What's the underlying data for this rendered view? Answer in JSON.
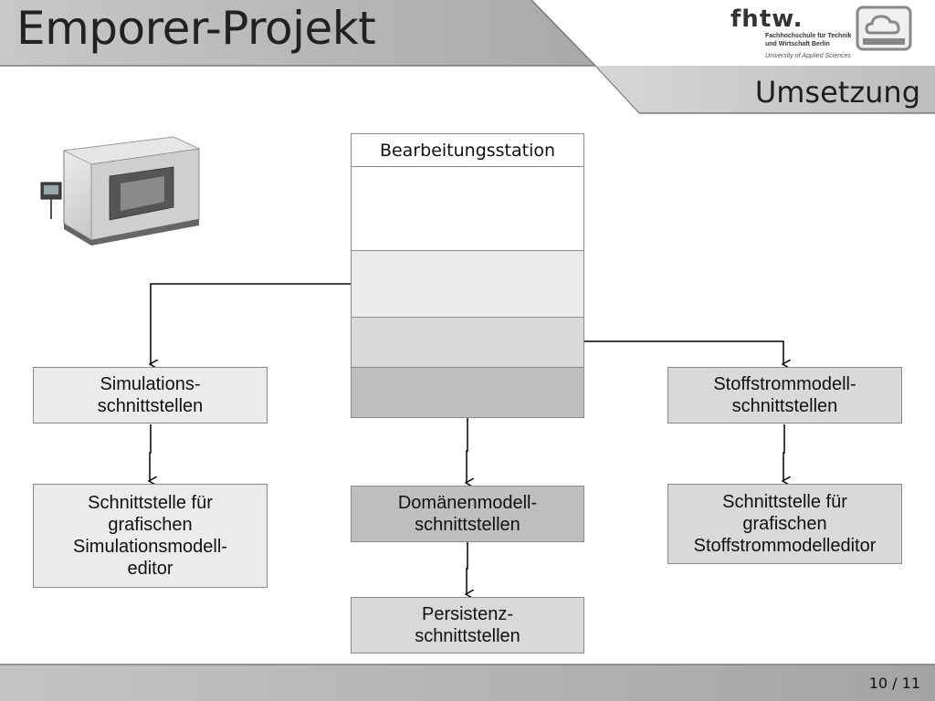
{
  "slide": {
    "title": "Emporer-Projekt",
    "subtitle": "Umsetzung",
    "page": "10 / 11"
  },
  "logo": {
    "mark": "fhtw.",
    "line1": "Fachhochschule für Technik",
    "line2": "und Wirtschaft Berlin",
    "line3": "University of Applied Sciences"
  },
  "diagram": {
    "station_label": "Bearbeitungsstation",
    "simulation": "Simulations-\nschnittstellen",
    "simulation_editor": "Schnittstelle für\ngrafischen\nSimulationsmodell-\neditor",
    "domain": "Domänenmodell-\nschnittstellen",
    "persistence": "Persistenz-\nschnittstellen",
    "material_flow": "Stoffstrommodell-\nschnittstellen",
    "material_flow_editor": "Schnittstelle für\ngrafischen\nStoffstrommodelleditor"
  },
  "colors": {
    "header_gray": "#b9b9b9",
    "box_light": "#ebebeb",
    "box_mid": "#d9d9d9",
    "box_dark": "#bfbfbf"
  },
  "icons": [
    "fhtw-logo",
    "cloud-monitor-icon",
    "cnc-machine-image"
  ]
}
